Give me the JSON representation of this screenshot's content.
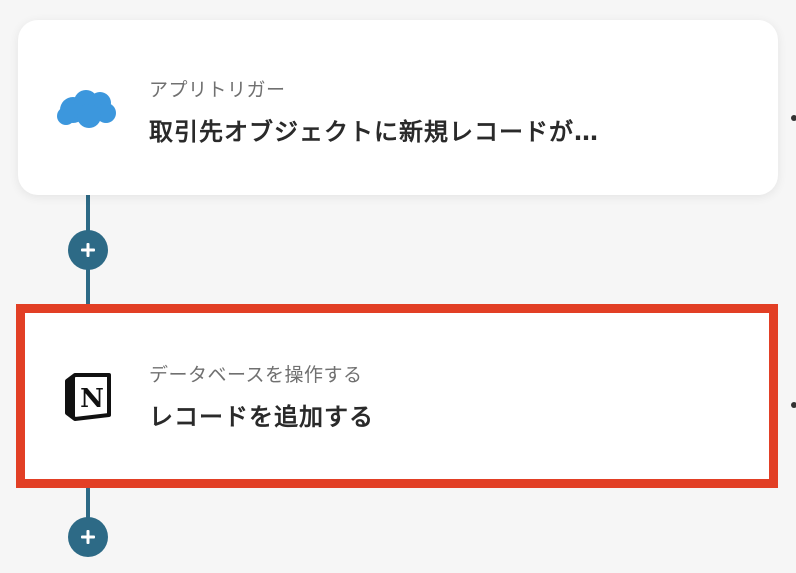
{
  "flow": {
    "trigger": {
      "subtitle": "アプリトリガー",
      "title": "取引先オブジェクトに新規レコードが…",
      "icon": "salesforce-cloud-icon",
      "icon_color": "#3c97dd"
    },
    "action": {
      "subtitle": "データベースを操作する",
      "title": "レコードを追加する",
      "icon": "notion-logo-icon",
      "highlight_color": "#e23f25"
    },
    "connector_color": "#2d6a86",
    "add_step_icon": "plus-icon"
  }
}
